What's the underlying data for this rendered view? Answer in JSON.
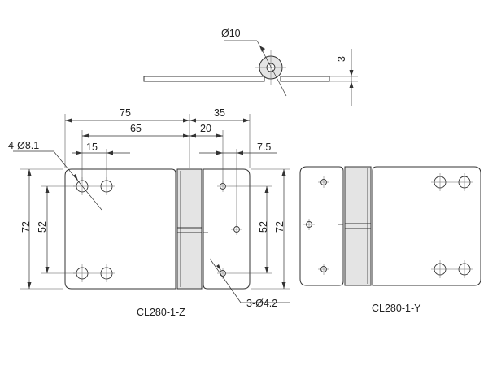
{
  "top_view": {
    "dia_label": "Ø10",
    "thk_label": "3"
  },
  "front_z": {
    "dim_75": "75",
    "dim_35": "35",
    "dim_65": "65",
    "dim_20": "20",
    "dim_15": "15",
    "dim_7_5": "7.5",
    "holes_large": "4-Ø8.1",
    "holes_small": "3-Ø4.2",
    "dim_72_left": "72",
    "dim_52_left": "52",
    "dim_52_right": "52",
    "dim_72_right": "72",
    "caption": "CL280-1-Z"
  },
  "front_y": {
    "caption": "CL280-1-Y"
  }
}
